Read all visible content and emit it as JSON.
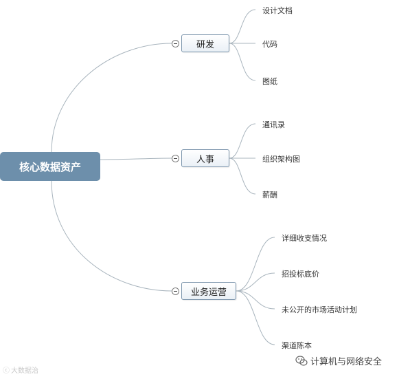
{
  "mindmap": {
    "root": {
      "label": "核心数据资产"
    },
    "branches": [
      {
        "label": "研发",
        "leaves": [
          "设计文档",
          "代码",
          "图纸"
        ]
      },
      {
        "label": "人事",
        "leaves": [
          "通讯录",
          "组织架构图",
          "薪酬"
        ]
      },
      {
        "label": "业务运营",
        "leaves": [
          "详细收支情况",
          "招投标底价",
          "未公开的市场活动计划",
          "渠道陈本"
        ]
      }
    ]
  },
  "watermark": {
    "left_text": "大数据治",
    "right_text": "计算机与网络安全"
  },
  "colors": {
    "root_fill": "#6d8fab",
    "connector": "#a8b4bd",
    "branch_border": "#7d96ad"
  }
}
